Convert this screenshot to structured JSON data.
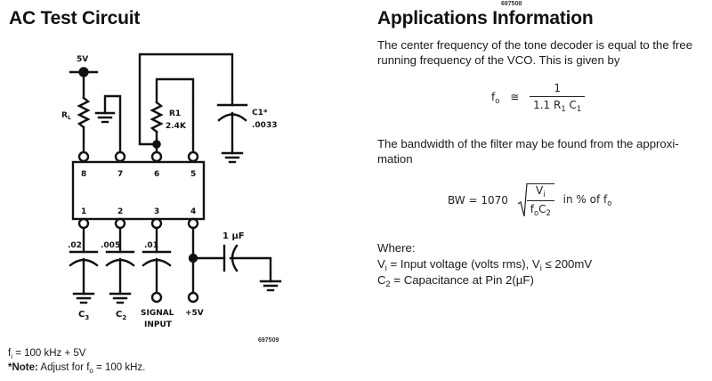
{
  "left": {
    "title": "AC Test Circuit",
    "figure_id": "697509",
    "circuit": {
      "supply_label": "5V",
      "load_resistor_label": "R",
      "load_resistor_sub": "L",
      "r1_label": "R1",
      "r1_value": "2.4K",
      "c1_label": "C1*",
      "c1_value": ".0033",
      "pins_top": [
        "8",
        "7",
        "6",
        "5"
      ],
      "pins_bottom": [
        "1",
        "2",
        "3",
        "4"
      ],
      "c3_value": ".02",
      "c2_value": ".005",
      "input_cap_value": ".01",
      "output_cap_value": "1 µF",
      "c3_label": "C",
      "c3_sub": "3",
      "c2_label": "C",
      "c2_sub": "2",
      "signal_label_line1": "SIGNAL",
      "signal_label_line2": "INPUT",
      "pin4_supply_label": "+5V"
    },
    "notes": {
      "fi_prefix": "f",
      "fi_sub": "i",
      "fi_text": " = 100 kHz + 5V",
      "note_bold": "*Note:",
      "note_text_a": " Adjust for f",
      "note_sub": "o",
      "note_text_b": " = 100 kHz."
    }
  },
  "right": {
    "figure_id": "697508",
    "title": "Applications Information",
    "para1": "The center frequency of the tone decoder is equal to the free running frequency of the VCO. This is given by",
    "formula1": {
      "lhs": "f",
      "lhs_sub": "o",
      "relation": "≅",
      "numerator": "1",
      "den_a": "1.1 R",
      "den_sub1": "1",
      "den_b": " C",
      "den_sub2": "1"
    },
    "para2": "The bandwidth of the filter may be found from the approxi-mation",
    "formula2": {
      "lhs": "BW = 1070",
      "num": "V",
      "num_sub": "i",
      "den_a": "f",
      "den_sub1": "o",
      "den_b": "C",
      "den_sub2": "2",
      "suffix": "in % of f",
      "suffix_sub": "o"
    },
    "where_label": "Where:",
    "where1_a": "V",
    "where1_sub": "i",
    "where1_b": " = Input voltage (volts rms), V",
    "where1_sub2": "i",
    "where1_c": " ≤ 200mV",
    "where2_a": "C",
    "where2_sub": "2",
    "where2_b": " = Capacitance at Pin 2(µF)"
  }
}
